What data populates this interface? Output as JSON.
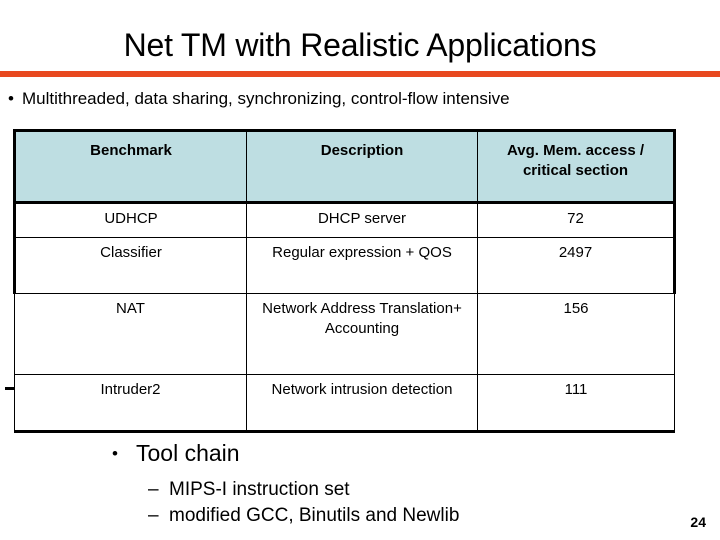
{
  "slide": {
    "title": "Net TM with Realistic Applications",
    "rule_color": "#E8491F",
    "page_number": "24"
  },
  "top_bullet": {
    "marker": "•",
    "text": "Multithreaded, data sharing, synchronizing, control-flow intensive"
  },
  "table": {
    "header_bg": "#BEDEE2",
    "columns": [
      "Benchmark",
      "Description",
      "Avg. Mem. access / critical section"
    ],
    "rows": [
      {
        "benchmark": "UDHCP",
        "description": "DHCP server",
        "avg_mem_access": "72"
      },
      {
        "benchmark": "Classifier",
        "description": "Regular expression + QOS",
        "avg_mem_access": "2497"
      },
      {
        "benchmark": "NAT",
        "description": "Network Address Translation+ Accounting",
        "avg_mem_access": "156"
      },
      {
        "benchmark": "Intruder2",
        "description": "Network intrusion detection",
        "avg_mem_access": "111"
      }
    ]
  },
  "lower_bullets": {
    "level1_marker": "•",
    "level2_marker": "–",
    "level1": "Tool chain",
    "level2": [
      "MIPS-I instruction set",
      "modified GCC, Binutils and Newlib"
    ]
  }
}
